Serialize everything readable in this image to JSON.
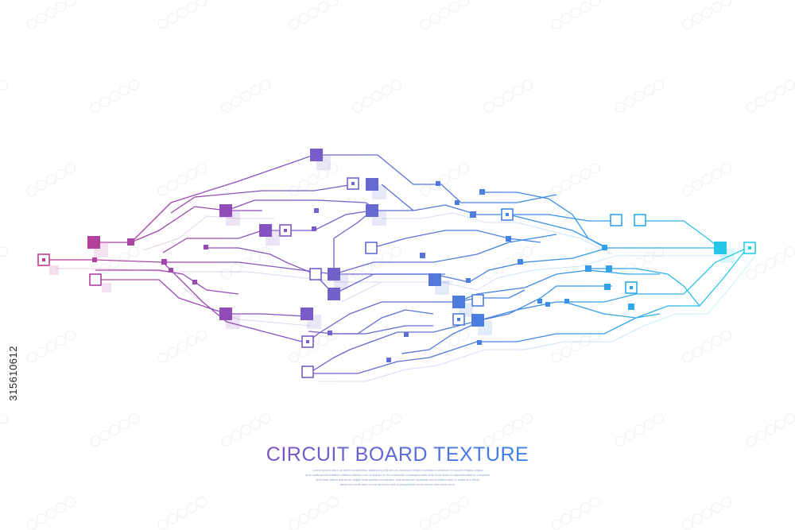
{
  "title": "CIRCUIT BOARD TEXTURE",
  "image_id": "315610612",
  "body_text": [
    "Lorem ipsum dolor sit amet consectetur adipiscing elit sed do eiusmod tempor incididunt ut labore et dolore magna aliqua",
    "quis nostrud exercitation ullamco laboris nisi ut aliquip ex ea commodo consequat duis aute irure dolor in reprehenderit in voluptate",
    "velit esse cillum dolore eu fugiat nulla pariatur excepteur sint occaecat cupidatat non proident sunt in culpa qui officia",
    "deserunt mollit anim id est laborum sed ut perspiciatis unde omnis iste natus error"
  ],
  "colors": {
    "magenta": "#c23a8e",
    "purple": "#8a4fbf",
    "indigo": "#5e6fd6",
    "blue": "#3a8be8",
    "cyan": "#1fd6e8"
  }
}
